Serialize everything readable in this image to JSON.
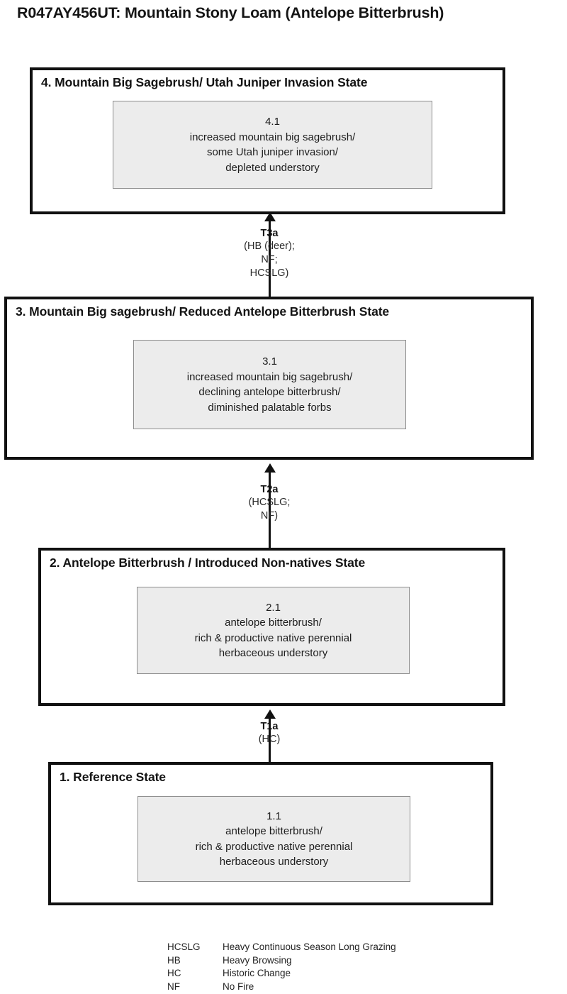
{
  "title": "R047AY456UT: Mountain Stony Loam (Antelope Bitterbrush)",
  "states": [
    {
      "id": "state-4",
      "title": "4. Mountain Big Sagebrush/ Utah Juniper Invasion State",
      "phase": {
        "id": "4.1",
        "lines": [
          "4.1",
          "increased mountain big sagebrush/",
          "some Utah juniper invasion/",
          "depleted understory"
        ]
      }
    },
    {
      "id": "state-3",
      "title": "3. Mountain Big sagebrush/ Reduced Antelope Bitterbrush State",
      "phase": {
        "id": "3.1",
        "lines": [
          "3.1",
          "increased mountain big sagebrush/",
          "declining antelope bitterbrush/",
          "diminished palatable forbs"
        ]
      }
    },
    {
      "id": "state-2",
      "title": "2. Antelope Bitterbrush / Introduced Non-natives State",
      "phase": {
        "id": "2.1",
        "lines": [
          "2.1",
          "antelope bitterbrush/",
          "rich & productive native perennial",
          "herbaceous understory"
        ]
      }
    },
    {
      "id": "state-1",
      "title": "1.  Reference State",
      "phase": {
        "id": "1.1",
        "lines": [
          "1.1",
          "antelope bitterbrush/",
          "rich & productive native perennial",
          "herbaceous understory"
        ]
      }
    }
  ],
  "transitions": [
    {
      "id": "T3a",
      "code": "T3a",
      "drivers": [
        "(HB (deer);",
        "NF;",
        "HCSLG)"
      ],
      "from": "3. Mountain Big sagebrush/ Reduced Antelope Bitterbrush State",
      "to": "4. Mountain Big Sagebrush/ Utah Juniper Invasion State"
    },
    {
      "id": "T2a",
      "code": "T2a",
      "drivers": [
        "(HCSLG;",
        "NF)"
      ],
      "from": "2. Antelope Bitterbrush / Introduced Non-natives State",
      "to": "3. Mountain Big sagebrush/ Reduced Antelope Bitterbrush State"
    },
    {
      "id": "T1a",
      "code": "T1a",
      "drivers": [
        "(HC)"
      ],
      "from": "1.  Reference State",
      "to": "2. Antelope Bitterbrush / Introduced Non-natives State"
    }
  ],
  "legend": [
    {
      "abbr": "HCSLG",
      "definition": "Heavy Continuous Season Long Grazing"
    },
    {
      "abbr": "HB",
      "definition": "Heavy Browsing"
    },
    {
      "abbr": "HC",
      "definition": "Historic Change"
    },
    {
      "abbr": "NF",
      "definition": "No Fire"
    }
  ],
  "colors": {
    "box_border": "#111111",
    "phase_fill": "#ececec",
    "phase_border": "#8d8d8d",
    "text": "#1a1a1a"
  }
}
